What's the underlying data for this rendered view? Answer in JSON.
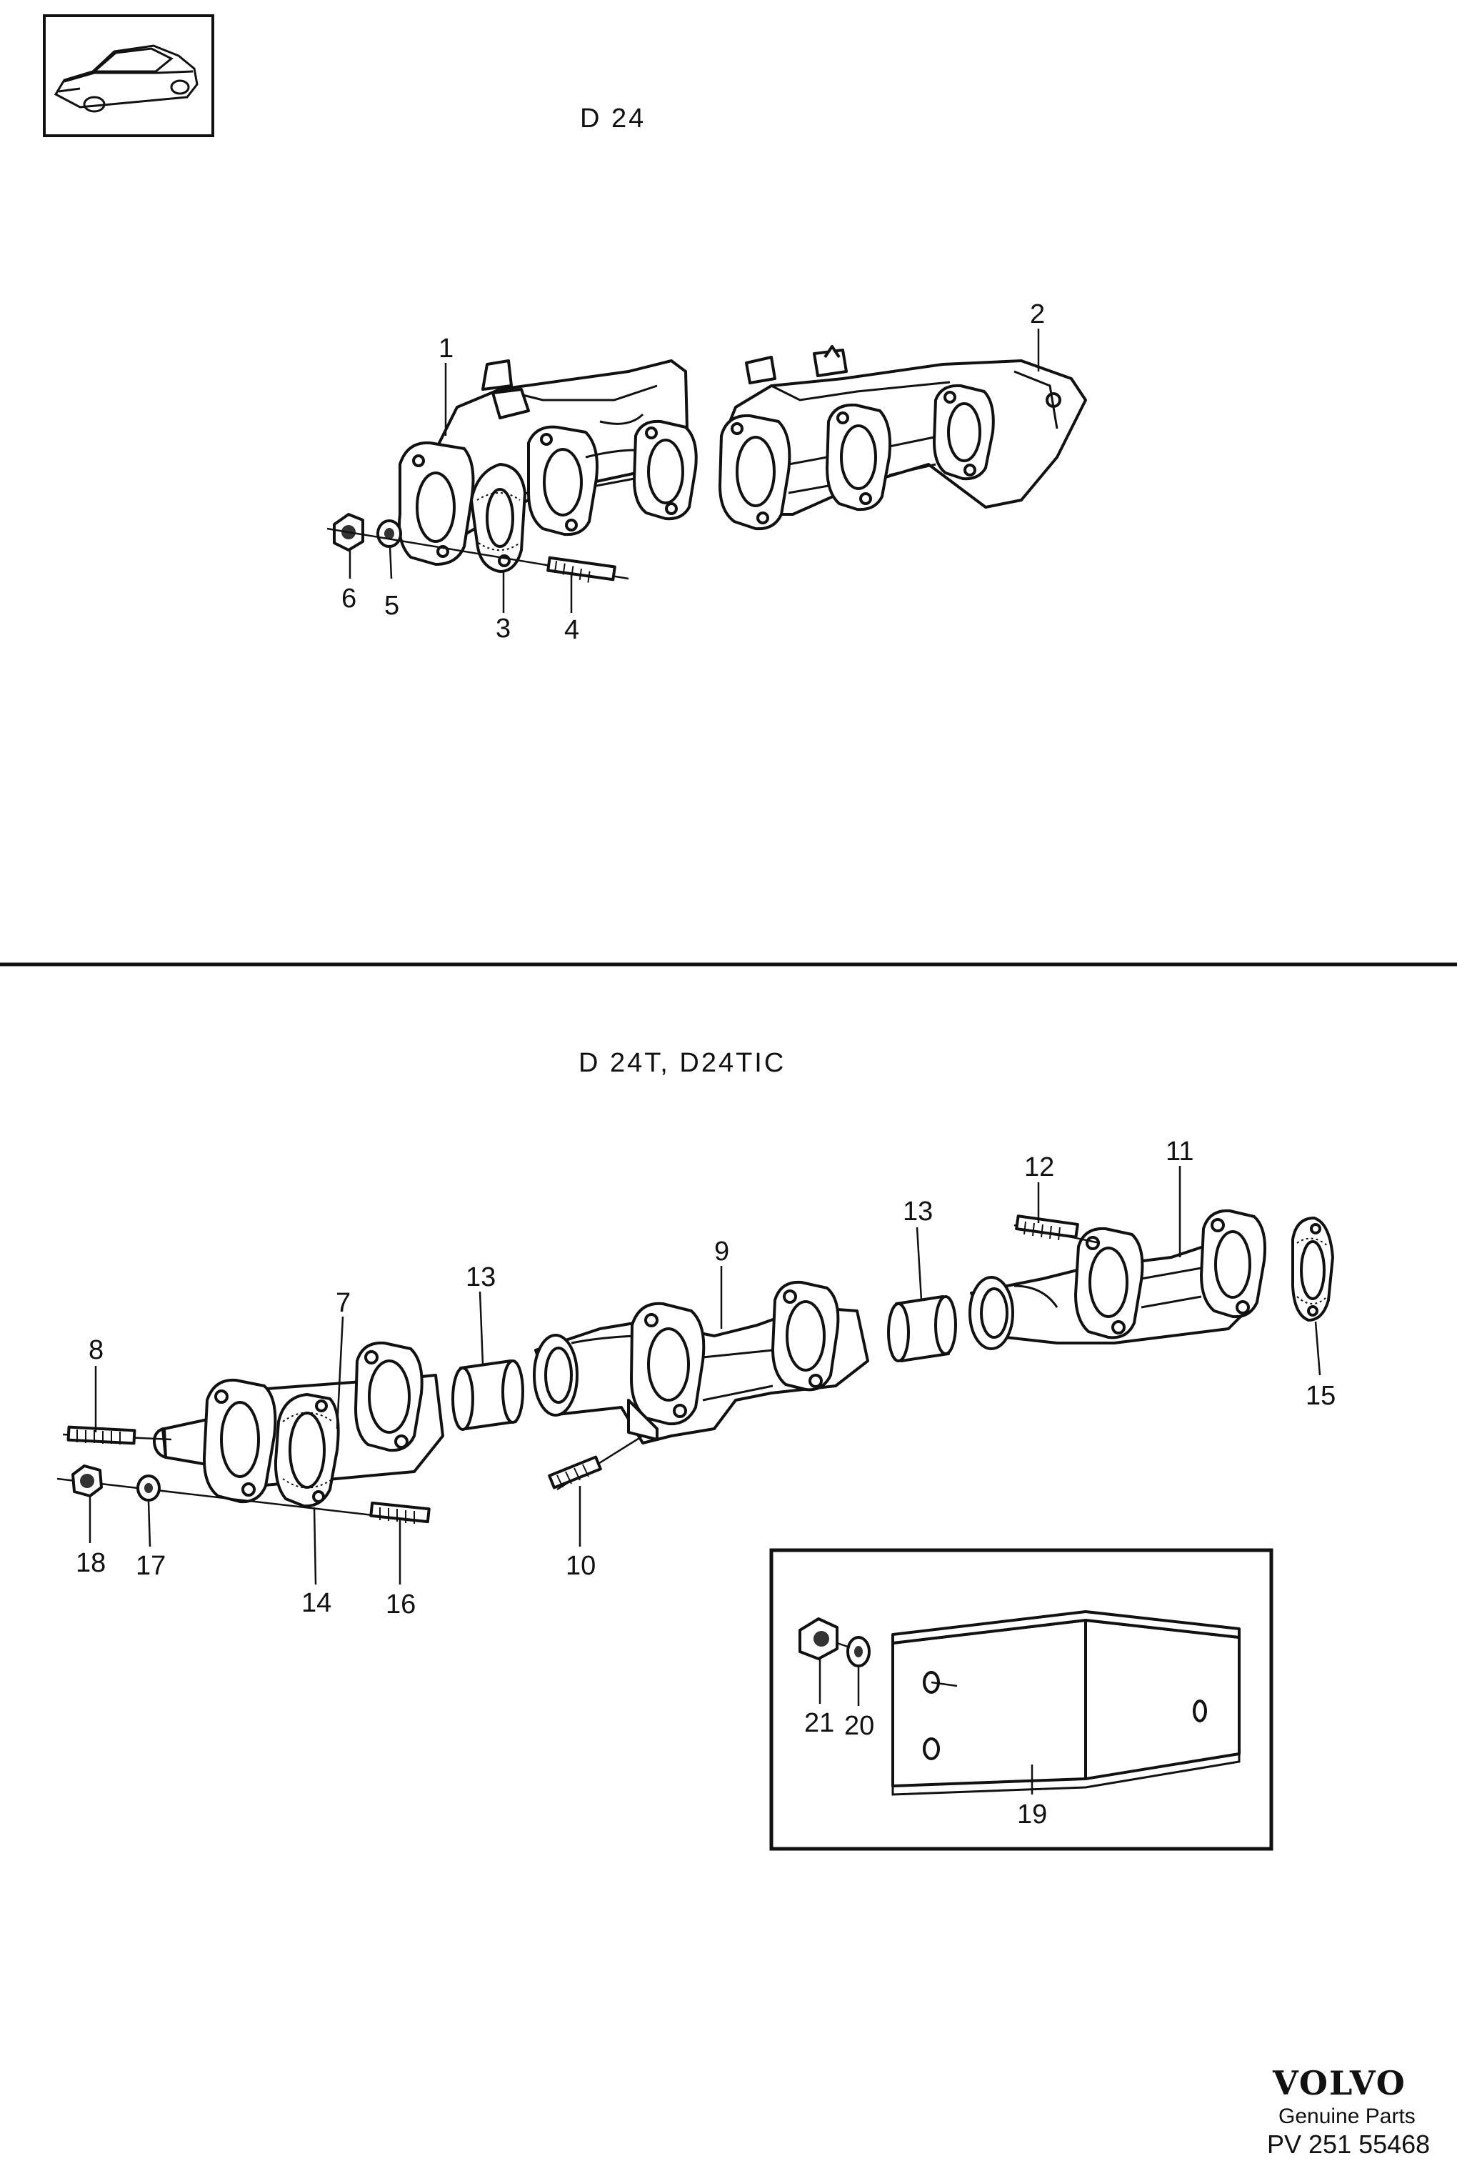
{
  "sections": {
    "top": {
      "title": "D 24"
    },
    "bottom": {
      "title": "D 24T,  D24TIC"
    }
  },
  "callouts": [
    "1",
    "2",
    "3",
    "4",
    "5",
    "6",
    "7",
    "8",
    "9",
    "10",
    "11",
    "12",
    "13",
    "14",
    "15",
    "16",
    "17",
    "18",
    "19",
    "20",
    "21"
  ],
  "branding": {
    "logo": "VOLVO",
    "subtitle": "Genuine Parts",
    "part_number": "PV  251 55468"
  },
  "icons": [
    "car-thumbnail-icon"
  ]
}
